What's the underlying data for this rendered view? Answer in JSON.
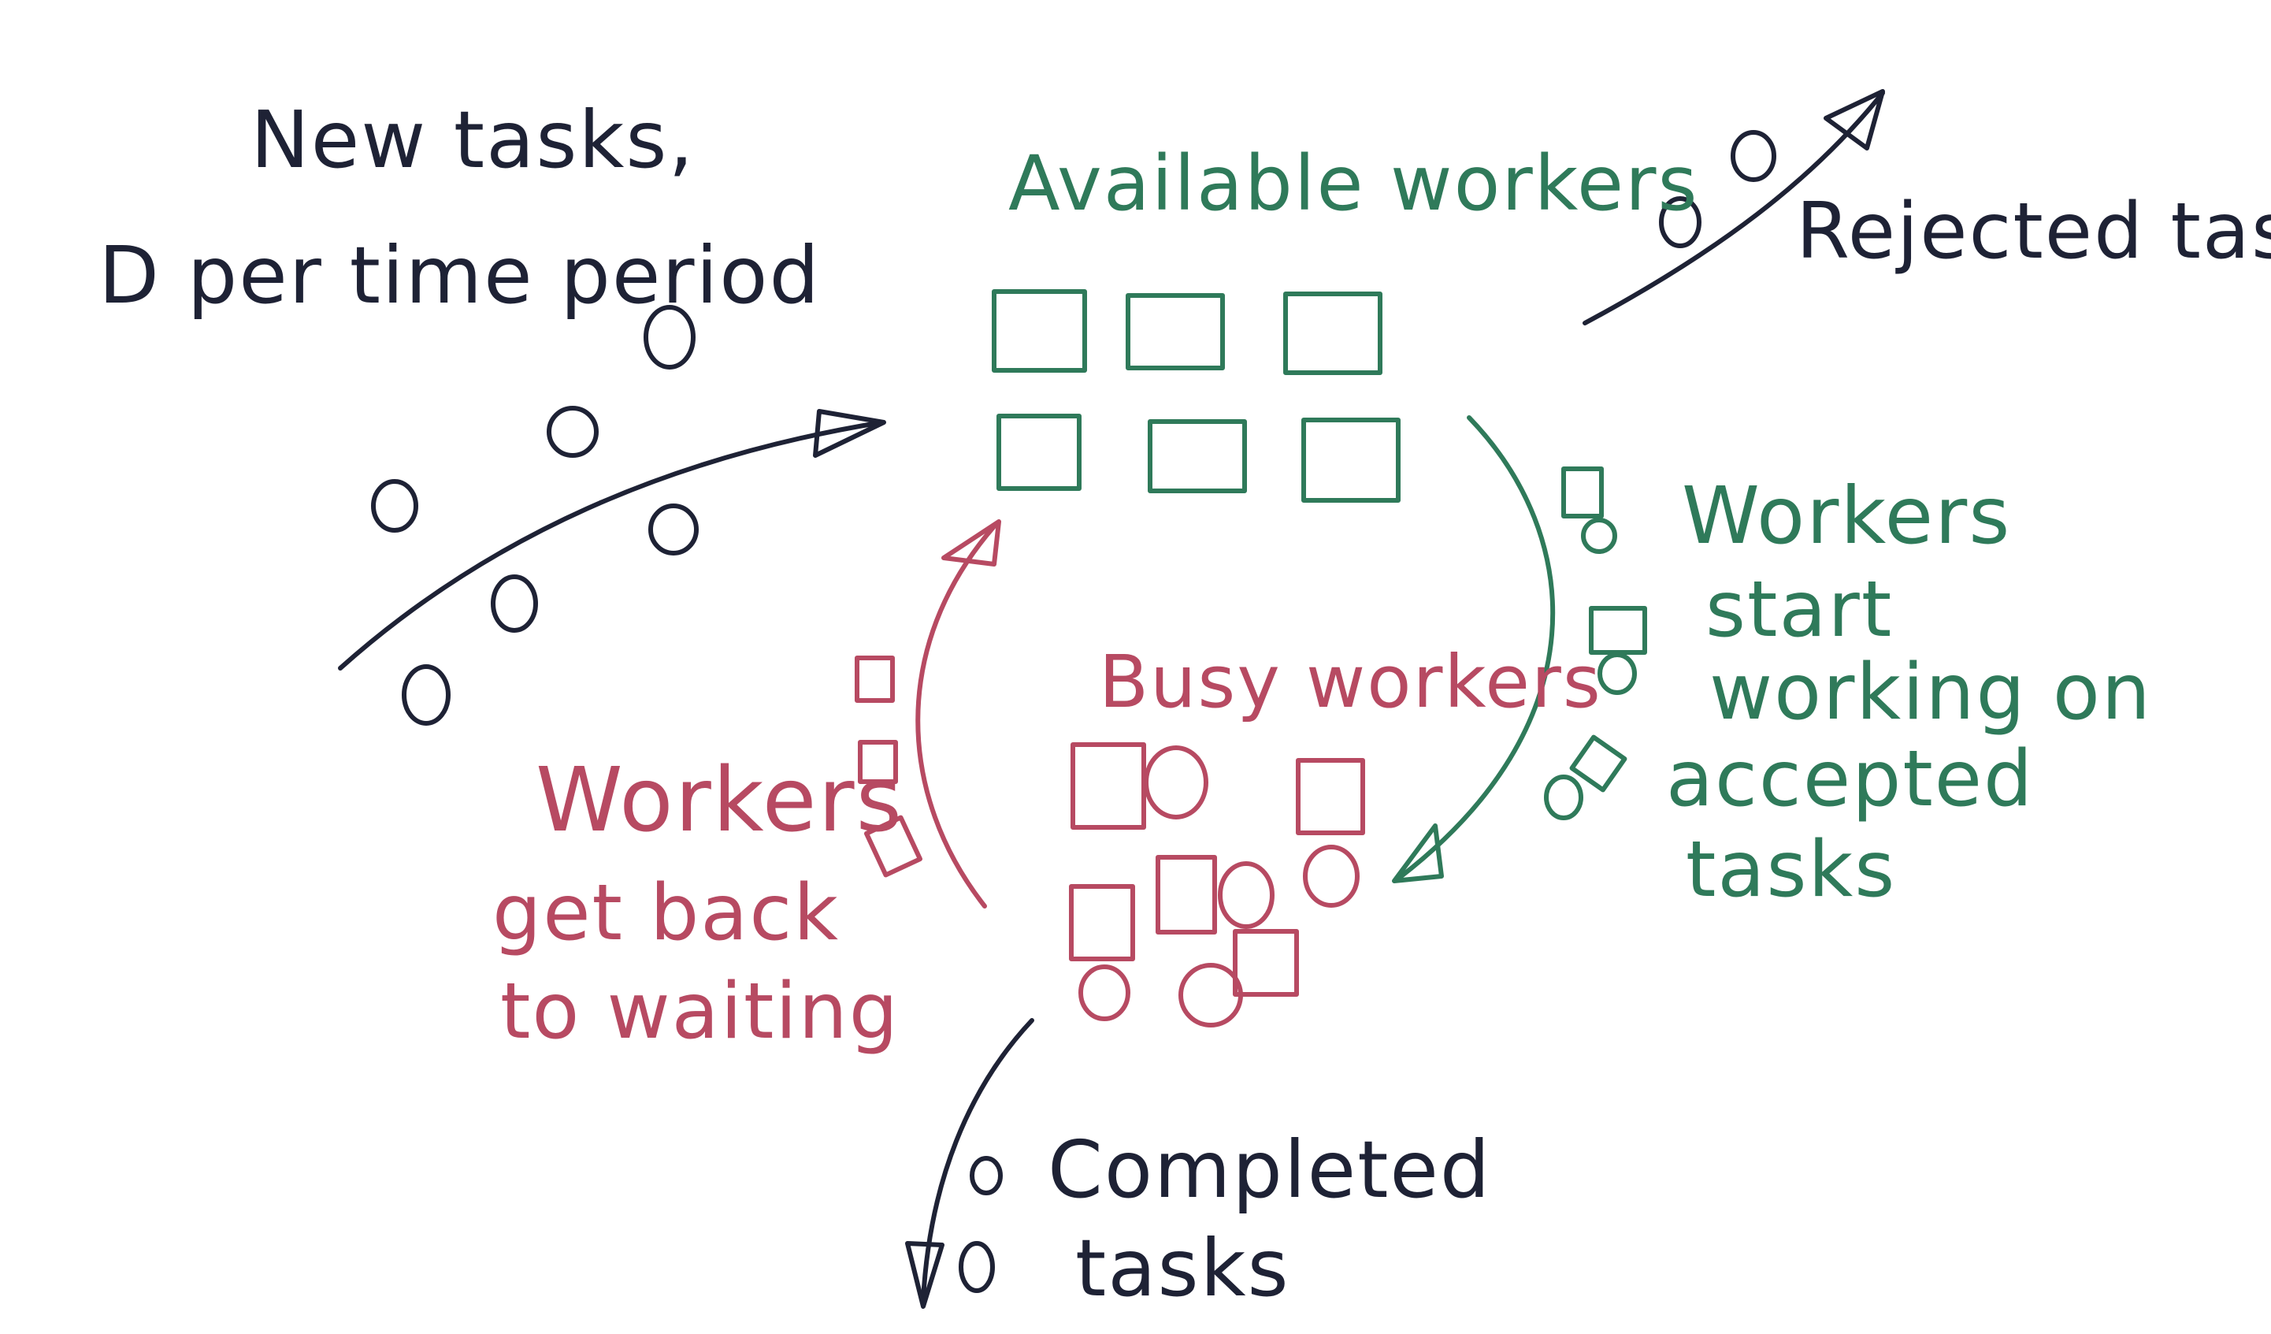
{
  "labels": {
    "new_tasks_line1": "New tasks,",
    "new_tasks_line2": "D per time period",
    "available_workers": "Available workers",
    "rejected_tasks": "Rejected tasks",
    "workers_start_line1": "Workers",
    "workers_start_line2": "start",
    "workers_start_line3": "working on",
    "workers_start_line4": "accepted",
    "workers_start_line5": "tasks",
    "busy_workers": "Busy workers",
    "workers_back_line1": "Workers",
    "workers_back_line2": "get back",
    "workers_back_line3": "to waiting",
    "completed_line1": "Completed",
    "completed_line2": "tasks"
  },
  "colors": {
    "dark": "#1e2235",
    "green": "#2f7a5a",
    "red": "#b74a62"
  }
}
